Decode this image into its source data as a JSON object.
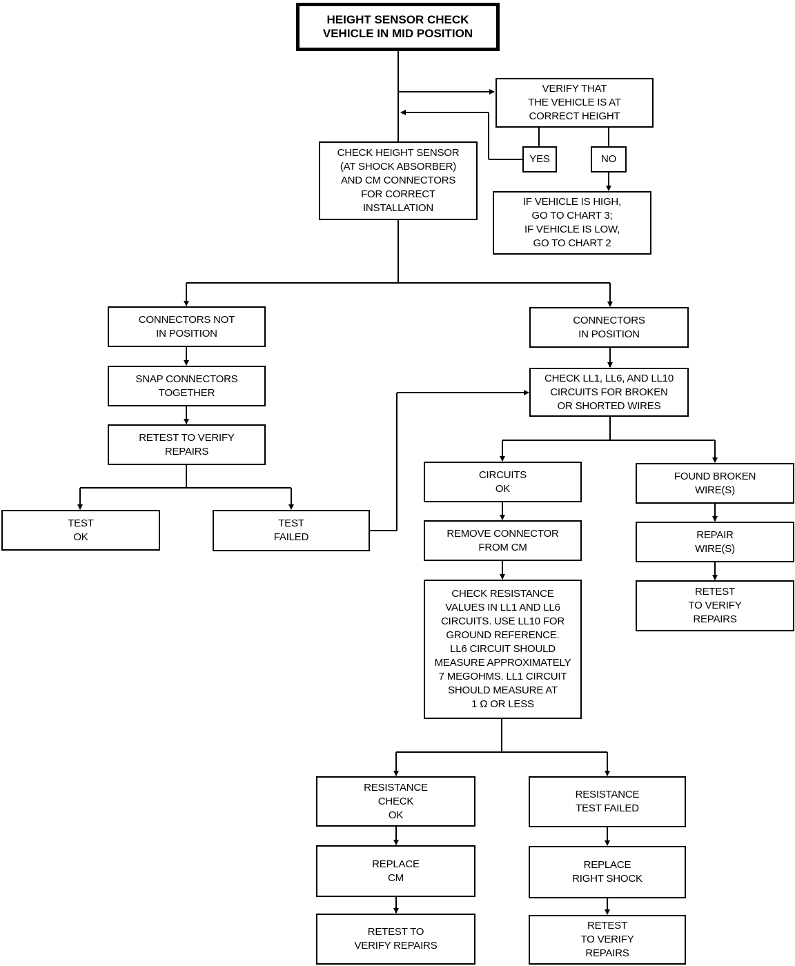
{
  "flowchart": {
    "start": "HEIGHT SENSOR CHECK\nVEHICLE IN MID POSITION",
    "verify_height": "VERIFY THAT\nTHE VEHICLE IS AT\nCORRECT HEIGHT",
    "yes": "YES",
    "no": "NO",
    "height_wrong": "IF VEHICLE IS HIGH,\nGO TO CHART 3;\nIF VEHICLE IS LOW,\nGO TO CHART 2",
    "check_sensor": "CHECK HEIGHT SENSOR\n(AT SHOCK ABSORBER)\nAND CM CONNECTORS\nFOR CORRECT\nINSTALLATION",
    "connectors_not_in_position": "CONNECTORS NOT\nIN POSITION",
    "snap_connectors": "SNAP CONNECTORS\nTOGETHER",
    "retest_left": "RETEST TO VERIFY\nREPAIRS",
    "test_ok": "TEST\nOK",
    "test_failed": "TEST\nFAILED",
    "connectors_in_position": "CONNECTORS\nIN POSITION",
    "check_circuits": "CHECK LL1, LL6, AND LL10\nCIRCUITS FOR BROKEN\nOR SHORTED WIRES",
    "circuits_ok": "CIRCUITS\nOK",
    "found_broken": "FOUND BROKEN\nWIRE(S)",
    "remove_connector": "REMOVE CONNECTOR\nFROM CM",
    "repair_wire": "REPAIR\nWIRE(S)",
    "retest_wire": "RETEST\nTO VERIFY\nREPAIRS",
    "check_resistance": "CHECK RESISTANCE\nVALUES IN LL1 AND LL6\nCIRCUITS. USE LL10 FOR\nGROUND REFERENCE.\nLL6 CIRCUIT SHOULD\nMEASURE APPROXIMATELY\n7 MEGOHMS. LL1 CIRCUIT\nSHOULD MEASURE AT\n1 Ω OR LESS",
    "resistance_ok": "RESISTANCE\nCHECK\nOK",
    "resistance_failed": "RESISTANCE\nTEST FAILED",
    "replace_cm": "REPLACE\nCM",
    "replace_shock": "REPLACE\nRIGHT SHOCK",
    "retest_cm": "RETEST TO\nVERIFY REPAIRS",
    "retest_shock": "RETEST\nTO VERIFY\nREPAIRS"
  }
}
